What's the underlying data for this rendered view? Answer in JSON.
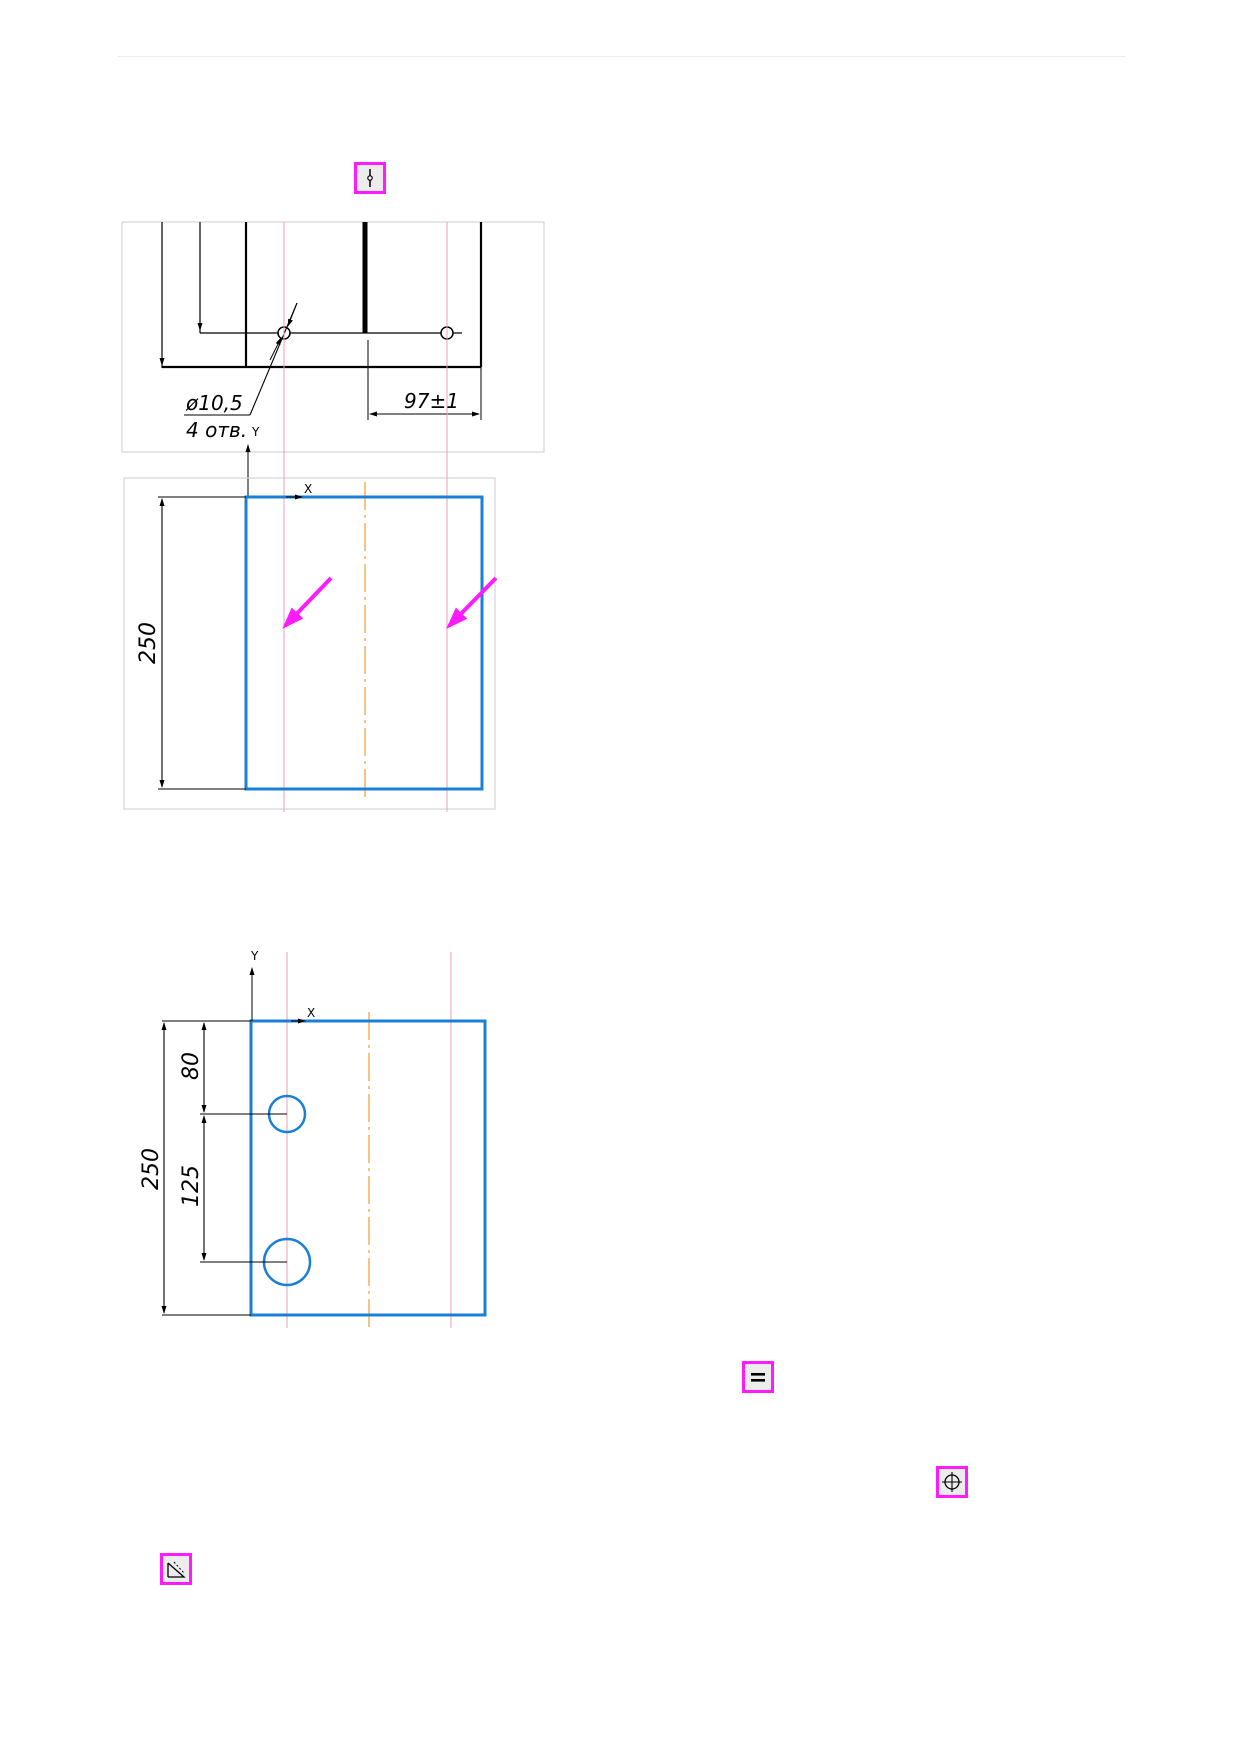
{
  "colors": {
    "contour": "#1a7fd6",
    "projection_line": "#e7a0b4",
    "center_line": "#f0a640",
    "annotation_arrow": "#ff1aff",
    "icon_border": "#ff1aff",
    "dimension": "#000000"
  },
  "icons": {
    "point_tool": "point-on-line-icon",
    "equal_tool": "equal-sign-icon",
    "circle_center_tool": "circle-center-crosshair-icon",
    "triangle_tool": "triangle-dimension-icon"
  },
  "top_view": {
    "hole_label": "ø10,5",
    "hole_count": "4 отв.",
    "offset_dim": "97±1",
    "axis_y": "Y"
  },
  "front_view": {
    "axis_x": "X",
    "height_dim": "250"
  },
  "sketch_view": {
    "axis_y": "Y",
    "axis_x": "X",
    "height_dim": "250",
    "top_offset_dim": "80",
    "hole_spacing_dim": "125"
  }
}
